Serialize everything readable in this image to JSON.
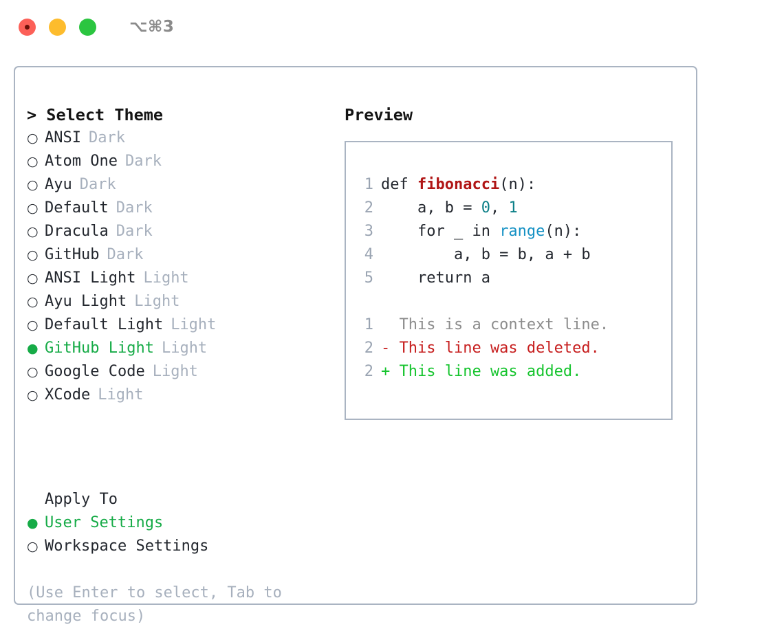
{
  "titlebar": {
    "shortcut": "⌥⌘3",
    "buttons": {
      "close": "close",
      "minimize": "minimize",
      "zoom": "zoom"
    }
  },
  "theme_picker": {
    "title": "> Select Theme",
    "bullet_selected": "●",
    "bullet_unselected": "○",
    "accent_color": "#16ab47",
    "muted_color": "#a7b0bd",
    "items": [
      {
        "name": "ANSI",
        "kind": "Dark",
        "selected": false,
        "bullet": "○"
      },
      {
        "name": "Atom One",
        "kind": "Dark",
        "selected": false,
        "bullet": "○"
      },
      {
        "name": "Ayu",
        "kind": "Dark",
        "selected": false,
        "bullet": "○"
      },
      {
        "name": "Default",
        "kind": "Dark",
        "selected": false,
        "bullet": "○"
      },
      {
        "name": "Dracula",
        "kind": "Dark",
        "selected": false,
        "bullet": "○"
      },
      {
        "name": "GitHub",
        "kind": "Dark",
        "selected": false,
        "bullet": "○"
      },
      {
        "name": "ANSI Light",
        "kind": "Light",
        "selected": false,
        "bullet": "○"
      },
      {
        "name": "Ayu Light",
        "kind": "Light",
        "selected": false,
        "bullet": "○"
      },
      {
        "name": "Default Light",
        "kind": "Light",
        "selected": false,
        "bullet": "○"
      },
      {
        "name": "GitHub Light",
        "kind": "Light",
        "selected": true,
        "bullet": "●"
      },
      {
        "name": "Google Code",
        "kind": "Light",
        "selected": false,
        "bullet": "○"
      },
      {
        "name": "XCode",
        "kind": "Light",
        "selected": false,
        "bullet": "○"
      }
    ]
  },
  "apply_to": {
    "label": "Apply To",
    "options": [
      {
        "name": "User Settings",
        "selected": true,
        "bullet": "●"
      },
      {
        "name": "Workspace Settings",
        "selected": false,
        "bullet": "○"
      }
    ]
  },
  "hint": "(Use Enter to select, Tab to change focus)",
  "preview": {
    "title": "Preview",
    "code_lines": [
      {
        "number": "1",
        "segments": [
          {
            "text": "def ",
            "token": "plain"
          },
          {
            "text": "fibonacci",
            "token": "fn"
          },
          {
            "text": "(n):",
            "token": "plain"
          }
        ]
      },
      {
        "number": "2",
        "segments": [
          {
            "text": "    a, b = ",
            "token": "plain"
          },
          {
            "text": "0",
            "token": "num"
          },
          {
            "text": ", ",
            "token": "plain"
          },
          {
            "text": "1",
            "token": "num"
          }
        ]
      },
      {
        "number": "3",
        "segments": [
          {
            "text": "    for _ in ",
            "token": "plain"
          },
          {
            "text": "range",
            "token": "builtin"
          },
          {
            "text": "(n):",
            "token": "plain"
          }
        ]
      },
      {
        "number": "4",
        "segments": [
          {
            "text": "        a, b = b, a + b",
            "token": "plain"
          }
        ]
      },
      {
        "number": "5",
        "segments": [
          {
            "text": "    return a",
            "token": "plain"
          }
        ]
      }
    ],
    "diff_lines": [
      {
        "number": "1",
        "marker": " ",
        "text": "  This is a context line.",
        "kind": "context"
      },
      {
        "number": "2",
        "marker": " ",
        "text": "- This line was deleted.",
        "kind": "del"
      },
      {
        "number": "2",
        "marker": " ",
        "text": "+ This line was added.",
        "kind": "add"
      }
    ]
  }
}
